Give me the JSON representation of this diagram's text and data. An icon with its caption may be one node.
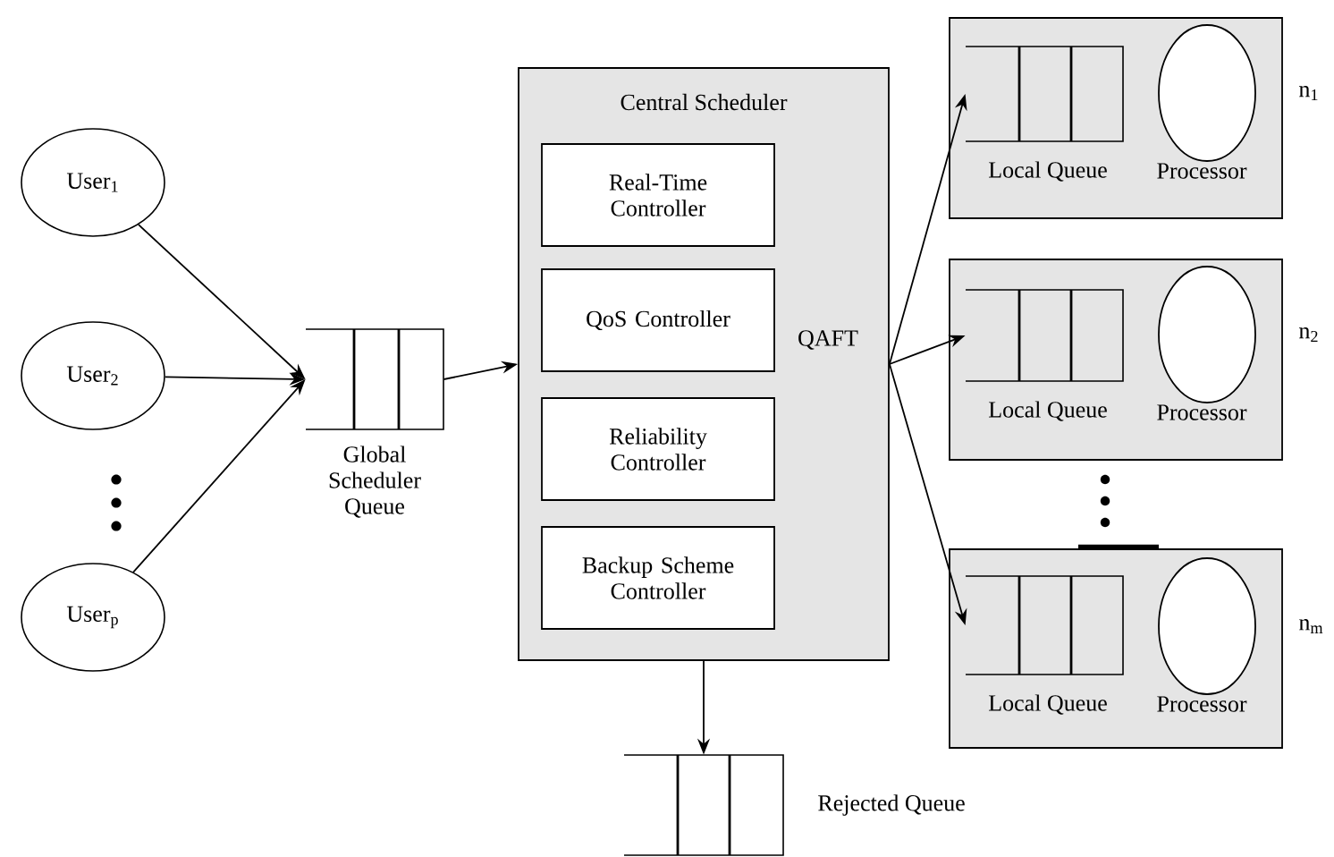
{
  "diagram": {
    "nodes": [
      {
        "text": [
          "User$_{1}$"
        ]
      },
      {
        "text": [
          "User$_{2}$"
        ]
      },
      {
        "text": [
          "User$_{p}$"
        ]
      },
      {
        "text": [
          "Global Scheduler Queue"
        ]
      },
      {
        "text": [
          "Central Scheduler",
          "QAFT"
        ]
      },
      {
        "text": [
          "Real-Time Controller"
        ],
        "in": 4
      },
      {
        "text": [
          "QoS Controller"
        ],
        "in": 4
      },
      {
        "text": [
          "Reliability Controller"
        ],
        "in": 4
      },
      {
        "text": [
          "Backup Scheme Controller"
        ],
        "in": 4
      },
      {
        "text": [],
        "shape": "box",
        "beside": [
          "n$_{1}$"
        ]
      },
      {
        "text": [
          "Local Queue"
        ],
        "in": 9
      },
      {
        "text": [
          "Processor"
        ],
        "in": 9
      },
      {
        "text": [],
        "shape": "box",
        "beside": [
          "n$_{2}$"
        ]
      },
      {
        "text": [
          "Local Queue"
        ],
        "in": 12
      },
      {
        "text": [
          "Processor"
        ],
        "in": 12
      },
      {
        "text": [],
        "shape": "box",
        "beside": [
          "n$_{m}$"
        ]
      },
      {
        "text": [
          "Local Queue"
        ],
        "in": 15
      },
      {
        "text": [
          "Processor"
        ],
        "in": 15
      },
      {
        "text": [
          "Rejected Queue"
        ]
      }
    ],
    "edges": [
      {
        "from": 0,
        "to": 3,
        "arrow": "to"
      },
      {
        "from": 1,
        "to": 3,
        "arrow": "to"
      },
      {
        "from": 2,
        "to": 3,
        "arrow": "to"
      },
      {
        "from": 3,
        "to": 4,
        "arrow": "to"
      },
      {
        "from": 4,
        "to": 10,
        "arrow": "to"
      },
      {
        "from": 4,
        "to": 13,
        "arrow": "to"
      },
      {
        "from": 4,
        "to": 16,
        "arrow": "to"
      },
      {
        "from": 4,
        "to": 18,
        "arrow": "to"
      }
    ]
  }
}
